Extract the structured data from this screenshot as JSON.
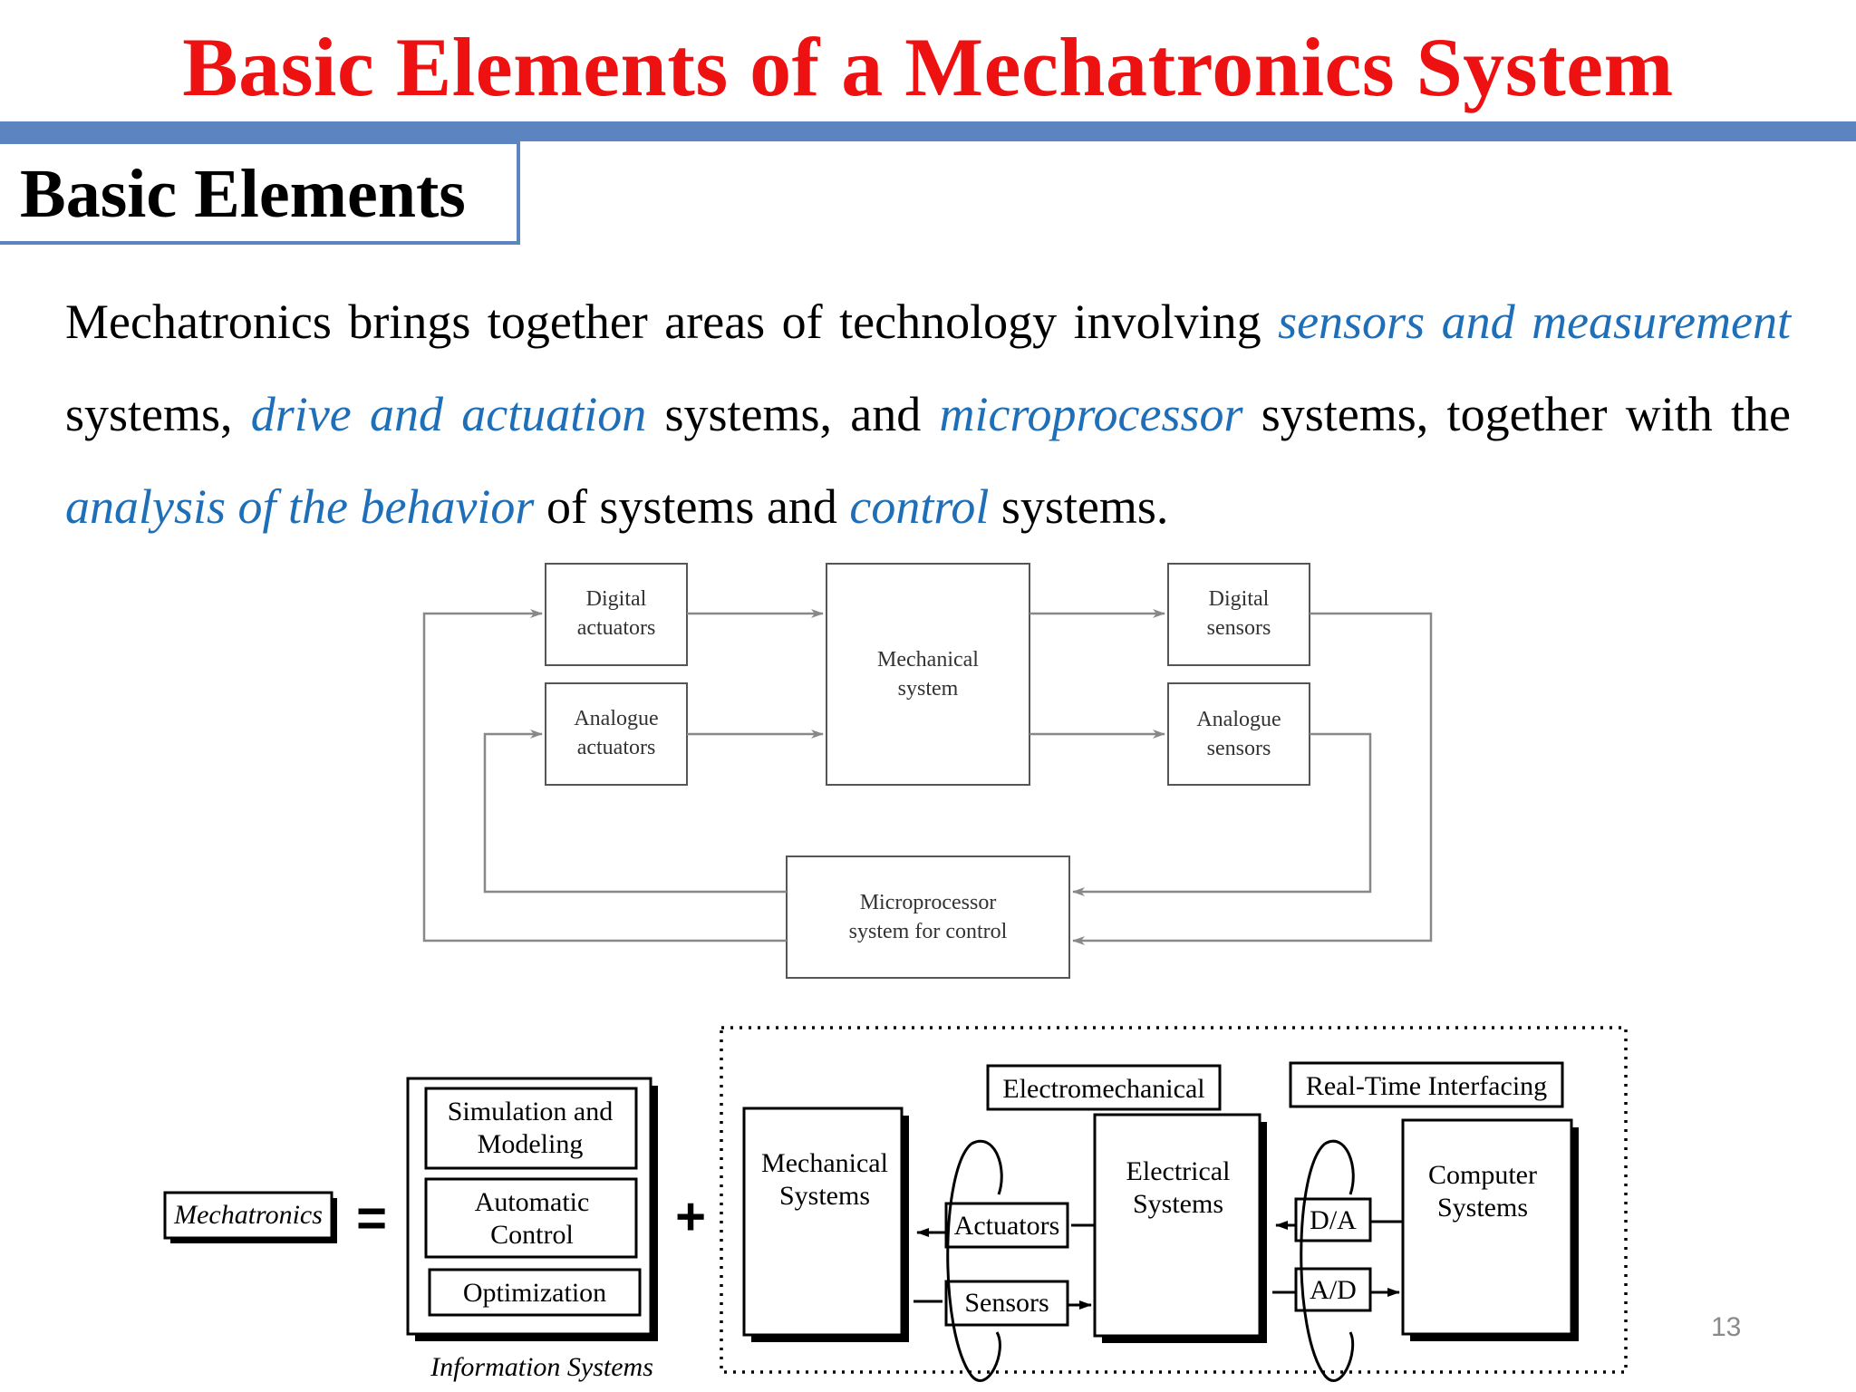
{
  "slide": {
    "title": "Basic Elements of a Mechatronics System",
    "section": "Basic Elements",
    "page_number": "13"
  },
  "paragraph": {
    "t1": "Mechatronics brings together areas of technology involving ",
    "h1": "sensors and measurement",
    "t2": " systems, ",
    "h2": "drive and actuation",
    "t3": " systems, and ",
    "h3": "microprocessor",
    "t4": " systems, together with the ",
    "h4": "analysis of the behavior",
    "t5": " of systems and ",
    "h5": "control",
    "t6": " systems."
  },
  "colors": {
    "title": "#ee1111",
    "accent_rule": "#5b84c0",
    "highlight": "#1f6fb8"
  },
  "block_diagram": {
    "digital_actuators": [
      "Digital",
      "actuators"
    ],
    "analogue_actuators": [
      "Analogue",
      "actuators"
    ],
    "mechanical_system": [
      "Mechanical",
      "system"
    ],
    "digital_sensors": [
      "Digital",
      "sensors"
    ],
    "analogue_sensors": [
      "Analogue",
      "sensors"
    ],
    "microprocessor": [
      "Microprocessor",
      "system for control"
    ]
  },
  "mechatronics_diagram": {
    "mechatronics": "Mechatronics",
    "equals": "=",
    "plus": "+",
    "simulation": [
      "Simulation and",
      "Modeling"
    ],
    "automatic_control": [
      "Automatic",
      "Control"
    ],
    "optimization": "Optimization",
    "information_systems": "Information Systems",
    "electromechanical": "Electromechanical",
    "real_time": "Real-Time Interfacing",
    "mechanical_systems": [
      "Mechanical",
      "Systems"
    ],
    "electrical_systems": [
      "Electrical",
      "Systems"
    ],
    "computer_systems": [
      "Computer",
      "Systems"
    ],
    "actuators": "Actuators",
    "sensors": "Sensors",
    "da": "D/A",
    "ad": "A/D"
  }
}
